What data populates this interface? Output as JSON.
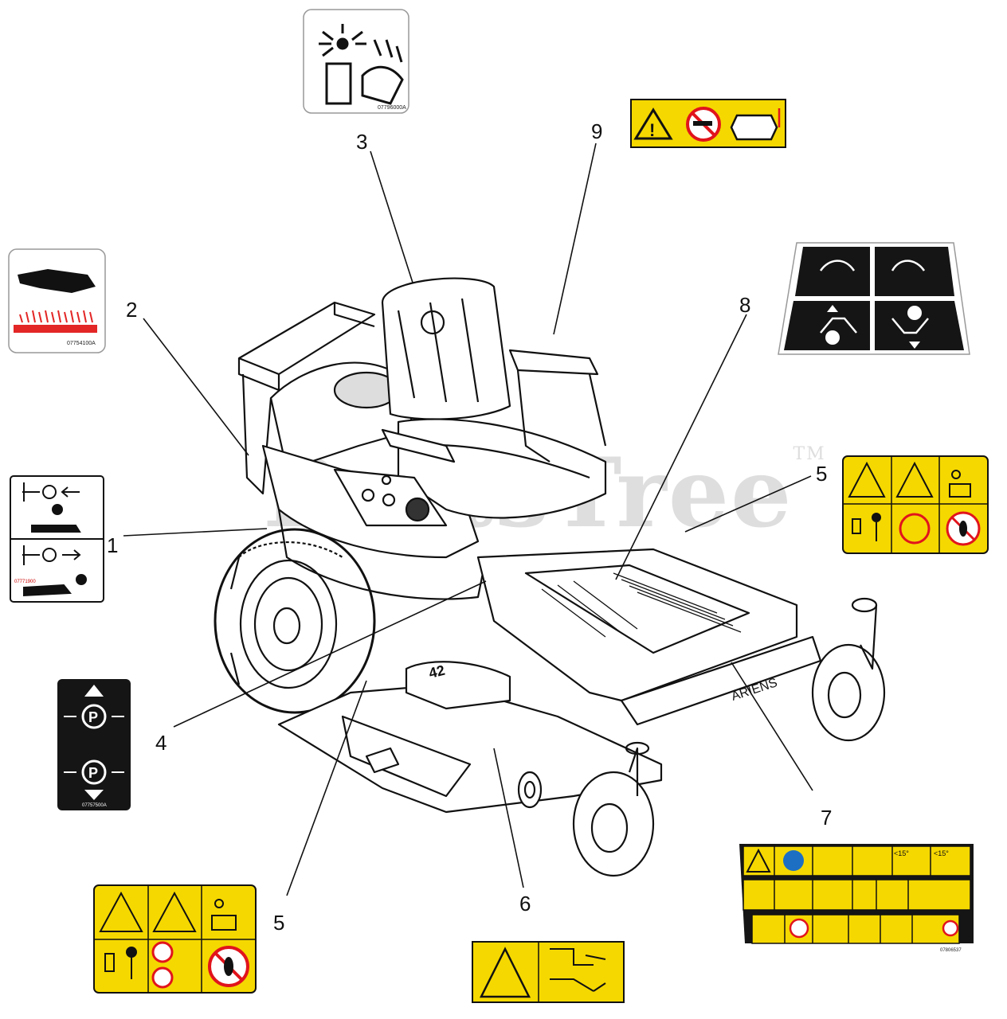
{
  "watermark": {
    "text": "PartsTree",
    "tm": "TM"
  },
  "callouts": {
    "c1": "1",
    "c2": "2",
    "c3": "3",
    "c4": "4",
    "c5a": "5",
    "c5b": "5",
    "c6": "6",
    "c7": "7",
    "c8": "8",
    "c9": "9"
  },
  "decal_codes": {
    "explosion": "07796000A",
    "hot": "07754100A",
    "park": "07757500A",
    "safety_wide": "07806537",
    "controls": "07771900"
  },
  "decal_text": {
    "deck_badge": "42",
    "brand_badge": "ARIENS",
    "slope_a": "<15°",
    "slope_b": "<15°",
    "park_symbol": "(P)"
  },
  "colors": {
    "warning_yellow": "#f5d800",
    "prohibit_red": "#e1141c",
    "heat_red": "#e32626",
    "mandatory_blue": "#1d6fc4",
    "dark_panel": "#151515",
    "line": "#111111"
  }
}
